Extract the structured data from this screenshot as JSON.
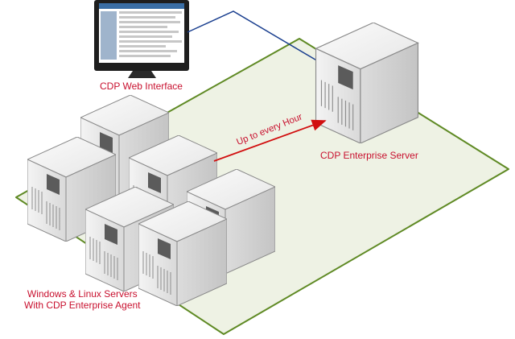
{
  "labels": {
    "web_interface": "CDP Web Interface",
    "enterprise_server": "CDP Enterprise Server",
    "frequency": "Up to every Hour",
    "servers_line1": "Windows & Linux Servers",
    "servers_line2": "With CDP Enterprise Agent"
  },
  "colors": {
    "platform_fill": "#eef2e4",
    "platform_border": "#5f8a24",
    "label_text": "#c8102e",
    "connection_line": "#1a3f8f",
    "arrow": "#d10f0f"
  },
  "icons": {
    "monitor": "monitor-icon",
    "server": "server-tower-icon"
  }
}
